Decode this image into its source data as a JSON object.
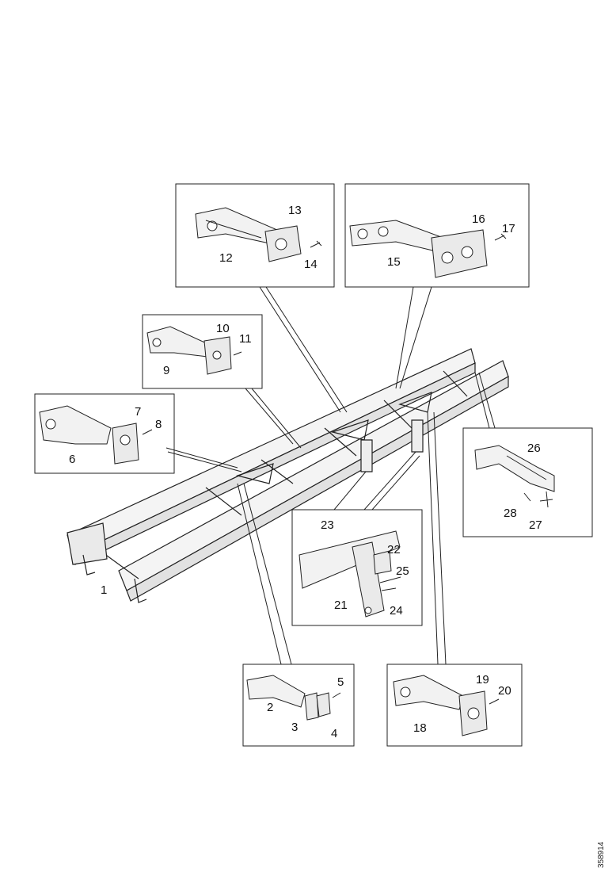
{
  "callouts": {
    "c1": "1",
    "c2": "2",
    "c3": "3",
    "c4": "4",
    "c5": "5",
    "c6": "6",
    "c7": "7",
    "c8": "8",
    "c9": "9",
    "c10": "10",
    "c11": "11",
    "c12": "12",
    "c13": "13",
    "c14": "14",
    "c15": "15",
    "c16": "16",
    "c17": "17",
    "c18": "18",
    "c19": "19",
    "c20": "20",
    "c21": "21",
    "c22": "22",
    "c23": "23",
    "c24": "24",
    "c25": "25",
    "c26": "26",
    "c27": "27",
    "c28": "28"
  },
  "reference_code": "358914"
}
